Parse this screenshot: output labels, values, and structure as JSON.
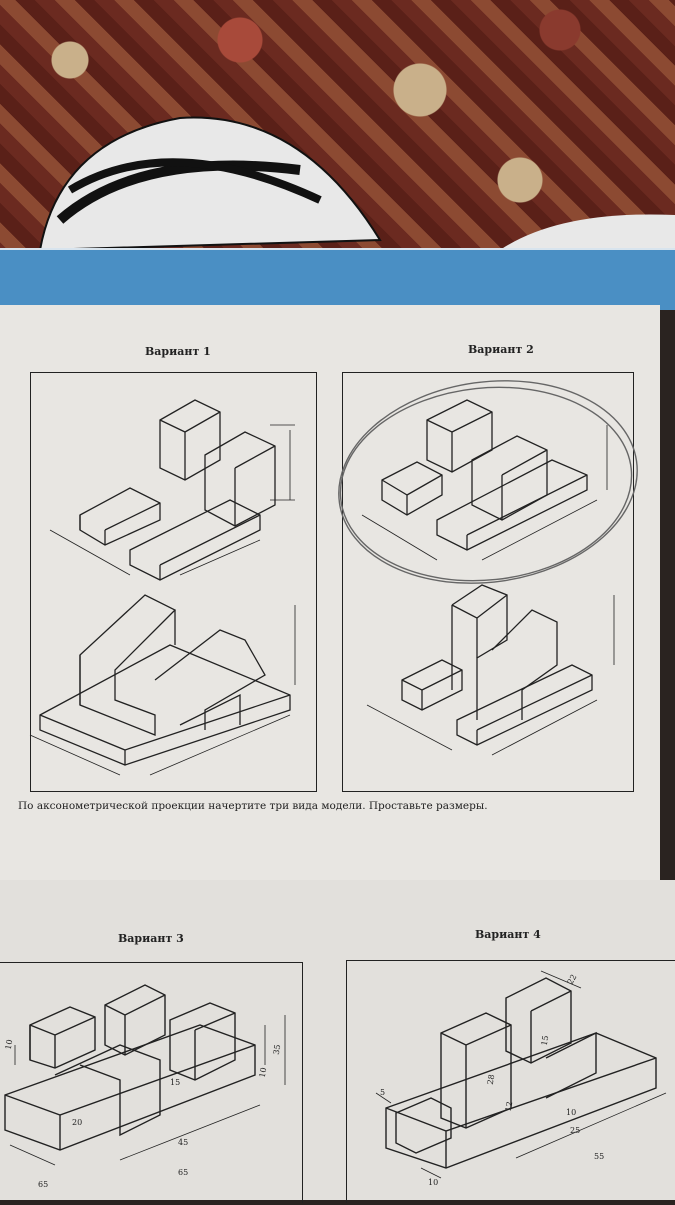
{
  "variants": [
    {
      "title": "Вариант 1"
    },
    {
      "title": "Вариант 2"
    },
    {
      "title": "Вариант 3"
    },
    {
      "title": "Вариант 4"
    }
  ],
  "caption": "По аксонометрической проекции начертите три вида модели. Проставьте размеры.",
  "dimensions": {
    "v3": [
      "10",
      "35",
      "10",
      "15",
      "20",
      "45",
      "65",
      "65"
    ],
    "v4": [
      "22",
      "15",
      "28",
      "12",
      "10",
      "25",
      "55",
      "5",
      "10"
    ]
  },
  "colors": {
    "carpet_red": "#8c4a32",
    "binder_blue": "#4a8fc4",
    "paper": "#e8e6e2",
    "ink": "#222222"
  }
}
